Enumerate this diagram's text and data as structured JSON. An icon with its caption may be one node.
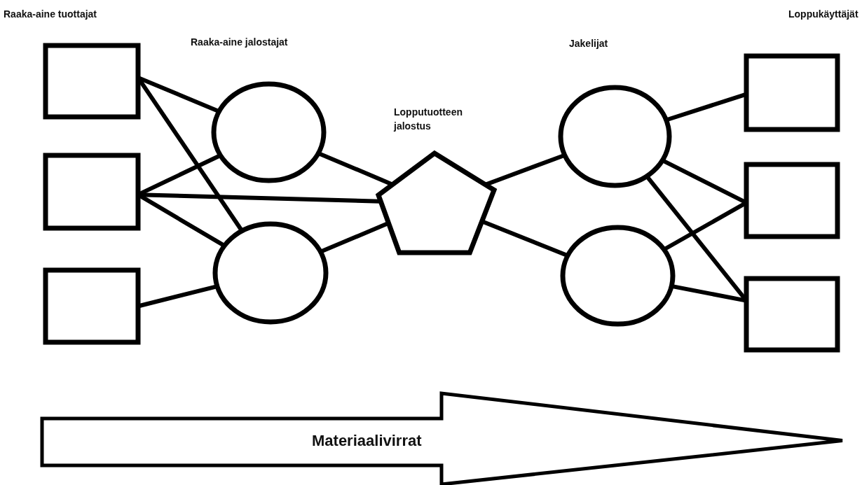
{
  "diagram": {
    "nodes": [
      {
        "text": [],
        "shape": "box"
      },
      {
        "text": [],
        "shape": "box"
      },
      {
        "text": [],
        "shape": "box"
      },
      {
        "text": [],
        "shape": "ellipse"
      },
      {
        "text": [],
        "shape": "ellipse"
      },
      {
        "text": [],
        "shape": "pentagon"
      },
      {
        "text": [],
        "shape": "ellipse"
      },
      {
        "text": [],
        "shape": "ellipse"
      },
      {
        "text": [],
        "shape": "box"
      },
      {
        "text": [],
        "shape": "box"
      },
      {
        "text": [],
        "shape": "box"
      },
      {
        "text": [
          "Materiaalivirrat"
        ]
      }
    ],
    "edges": [
      {
        "from": 0,
        "to": 3,
        "arrow": "none"
      },
      {
        "from": 0,
        "to": 4,
        "arrow": "none"
      },
      {
        "from": 1,
        "to": 3,
        "arrow": "none"
      },
      {
        "from": 1,
        "to": 5,
        "arrow": "none"
      },
      {
        "from": 1,
        "to": 4,
        "arrow": "none"
      },
      {
        "from": 2,
        "to": 4,
        "arrow": "none"
      },
      {
        "from": 3,
        "to": 5,
        "arrow": "none"
      },
      {
        "from": 4,
        "to": 5,
        "arrow": "none"
      },
      {
        "from": 5,
        "to": 6,
        "arrow": "none"
      },
      {
        "from": 5,
        "to": 7,
        "arrow": "none"
      },
      {
        "from": 6,
        "to": 8,
        "arrow": "none"
      },
      {
        "from": 6,
        "to": 9,
        "arrow": "none"
      },
      {
        "from": 6,
        "to": 10,
        "arrow": "none"
      },
      {
        "from": 7,
        "to": 9,
        "arrow": "none"
      },
      {
        "from": 7,
        "to": 10,
        "arrow": "none"
      }
    ],
    "labels": [
      "Raaka-aine tuottajat",
      "Loppukäyttäjät",
      "Raaka-aine jalostajat",
      "Jakelijat",
      "Lopputuotteen jalostus"
    ]
  }
}
